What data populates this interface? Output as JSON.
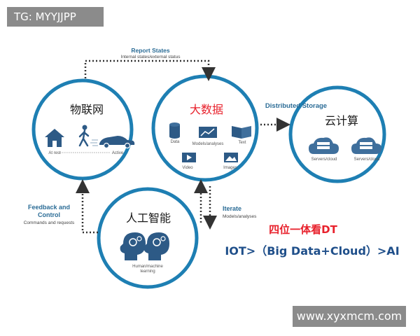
{
  "watermarks": {
    "top_left": "TG: MYYJJPP",
    "bottom_right": "www.xyxmcm.com"
  },
  "colors": {
    "ring": "#1e7fb3",
    "accent_blue": "#2b6c96",
    "red": "#e8212c",
    "navy": "#1f4f8a",
    "icon": "#2d5a86"
  },
  "nodes": {
    "iot": {
      "title": "物联网",
      "at_rest": "At rest",
      "active": "Active"
    },
    "bigdata": {
      "title": "大数据",
      "data": "Data",
      "models": "Models/analyses",
      "text": "Text",
      "video": "Video",
      "images": "Images"
    },
    "cloud": {
      "title": "云计算",
      "server1": "Servers/cloud",
      "server2": "Servers/cloud"
    },
    "ai": {
      "title": "人工智能",
      "caption_line1": "Human/machine",
      "caption_line2": "learning"
    }
  },
  "arrows": {
    "report": {
      "title": "Report States",
      "subtitle": "Internal states/external status"
    },
    "storage": {
      "title": "Distributed Storage"
    },
    "feedback": {
      "title_line1": "Feedback and",
      "title_line2": "Control",
      "subtitle": "Commands and requests"
    },
    "iterate": {
      "title": "Iterate",
      "subtitle": "Models/analyses"
    }
  },
  "headline": "四位一体看DT",
  "formula": "IOT>（Big Data+Cloud）>AI"
}
